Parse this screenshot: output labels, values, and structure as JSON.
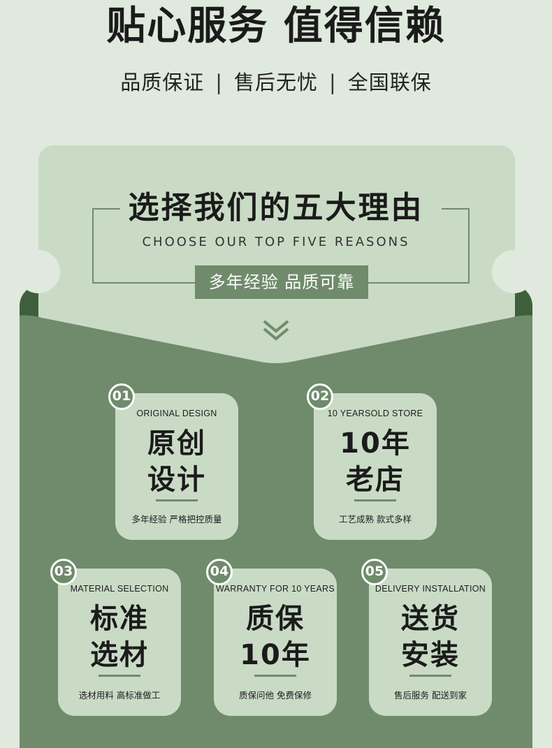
{
  "hero": {
    "title": "贴心服务 值得信赖",
    "sub": [
      "品质保证",
      "售后无忧",
      "全国联保"
    ],
    "sep": "|"
  },
  "section": {
    "title": "选择我们的五大理由",
    "subtitle_en": "CHOOSE OUR TOP FIVE REASONS",
    "pill": "多年经验 品质可靠",
    "chevron_icon": "double-chevron-down-icon"
  },
  "cards": [
    {
      "num": "01",
      "en": "ORIGINAL DESIGN",
      "line1": "原创",
      "line2": "设计",
      "desc": "多年经验  严格把控质量"
    },
    {
      "num": "02",
      "en": "10 YEARSOLD STORE",
      "line1": "10年",
      "line2": "老店",
      "desc": "工艺成熟  款式多样"
    },
    {
      "num": "03",
      "en": "MATERIAL SELECTION",
      "line1": "标准",
      "line2": "选材",
      "desc": "选材用料  高标准做工"
    },
    {
      "num": "04",
      "en": "WARRANTY FOR 10 YEARS",
      "line1": "质保",
      "line2": "10年",
      "desc": "质保问他  免费保修"
    },
    {
      "num": "05",
      "en": "DELIVERY INSTALLATION",
      "line1": "送货",
      "line2": "安装",
      "desc": "售后服务  配送到家"
    }
  ],
  "colors": {
    "page_bg": "#dfe9dd",
    "ticket_light": "#c9dbc5",
    "accent_green": "#6f8b6c",
    "dark_green": "#3e5f3b"
  }
}
